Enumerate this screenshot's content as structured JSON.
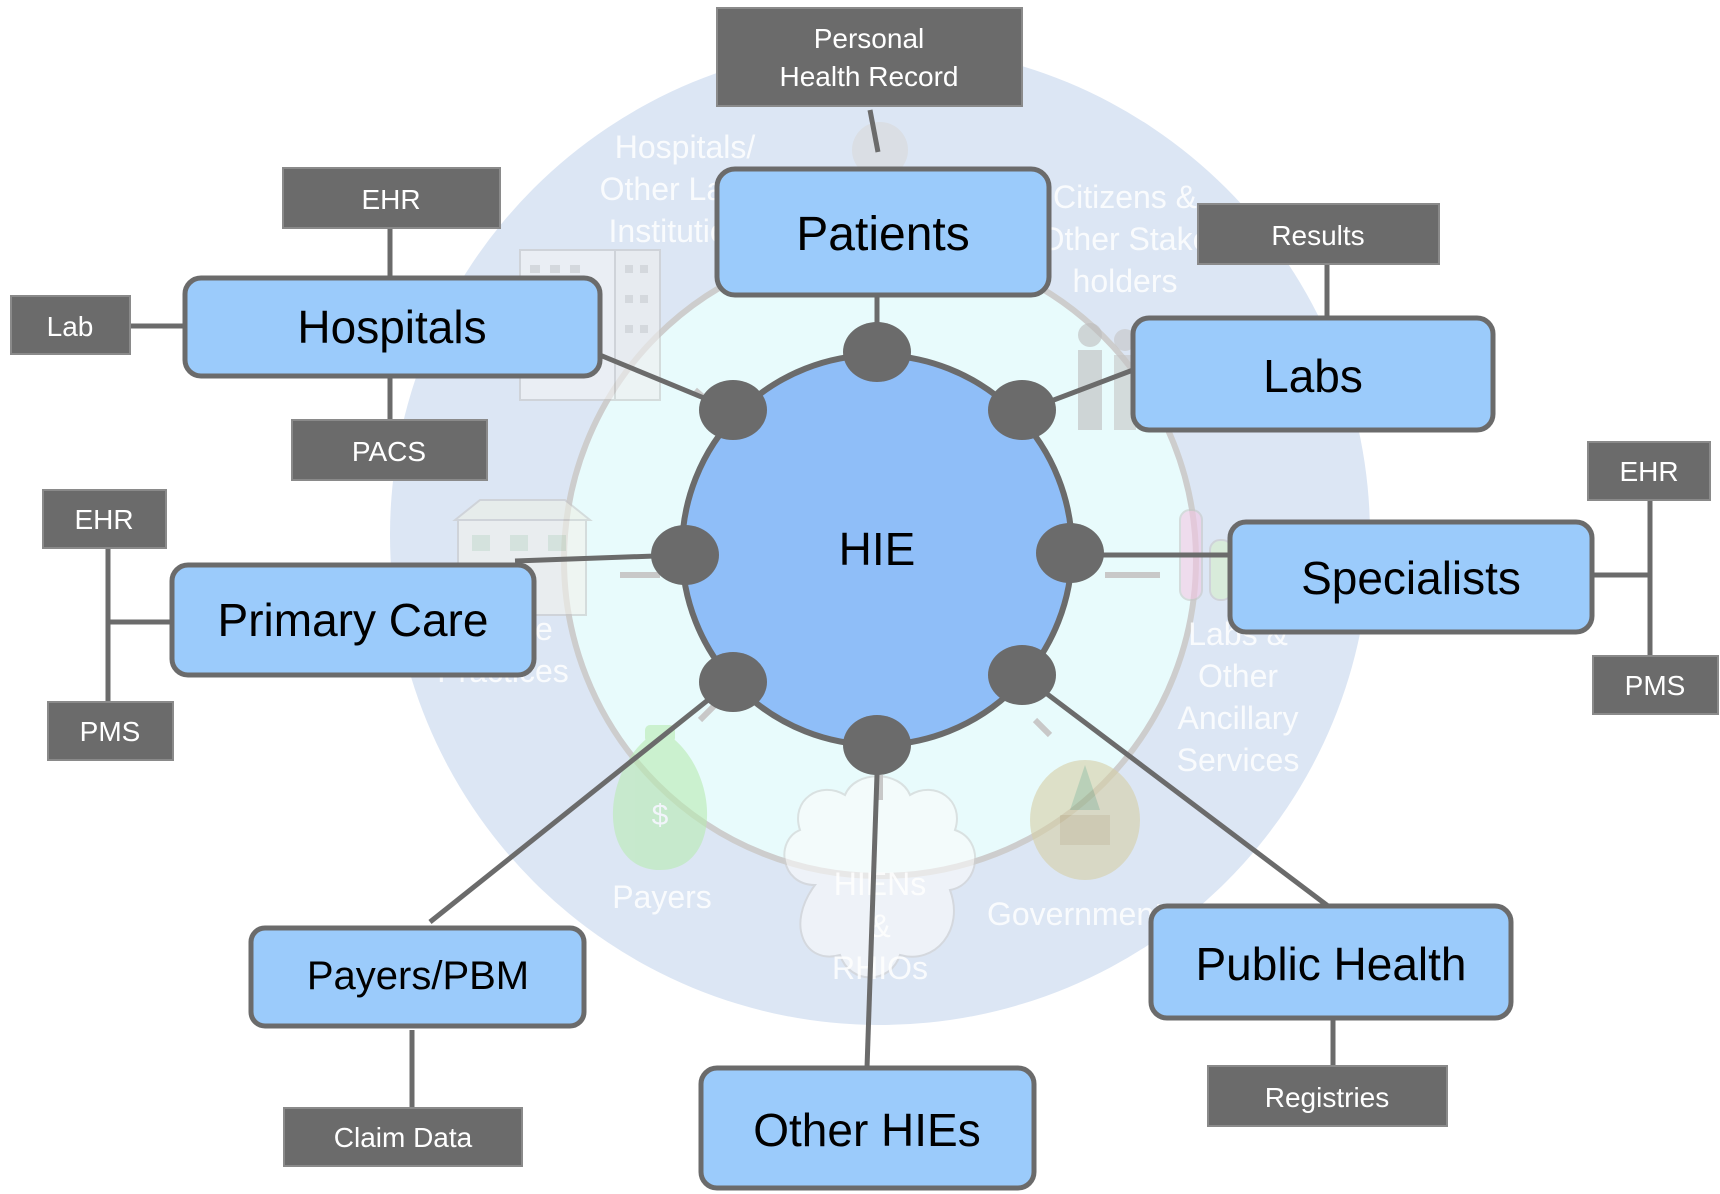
{
  "hub": {
    "label": "HIE"
  },
  "stakeholders": [
    {
      "id": "patients",
      "label": "Patients"
    },
    {
      "id": "hospitals",
      "label": "Hospitals"
    },
    {
      "id": "labs",
      "label": "Labs"
    },
    {
      "id": "specialists",
      "label": "Specialists"
    },
    {
      "id": "primary_care",
      "label": "Primary Care"
    },
    {
      "id": "payers_pbm",
      "label": "Payers/PBM"
    },
    {
      "id": "other_hies",
      "label": "Other HIEs"
    },
    {
      "id": "public_health",
      "label": "Public Health"
    }
  ],
  "systems": {
    "phr": [
      "Personal",
      "Health Record"
    ],
    "hospital_ehr": "EHR",
    "hospital_lab": "Lab",
    "hospital_pacs": "PACS",
    "labs_results": "Results",
    "primary_ehr": "EHR",
    "primary_pms": "PMS",
    "specialists_ehr": "EHR",
    "specialists_pms": "PMS",
    "payers_claim": "Claim Data",
    "public_registries": "Registries"
  },
  "background_labels": {
    "hospitals": [
      "Hospitals/",
      "Other Large",
      "Institutions"
    ],
    "citizens": [
      "Citizens &",
      "Other Stake",
      "holders"
    ],
    "practices": [
      "Private",
      "Practices"
    ],
    "labs_other": [
      "Labs &",
      "Other",
      "Ancillary",
      "Services"
    ],
    "payers": "Payers",
    "hiens": [
      "HIENs",
      "&",
      "RHIOs"
    ],
    "government": "Government"
  },
  "colors": {
    "outer_ring": "#dce6f4",
    "inner_ring": "#e8fbfc",
    "hub": "#8fbef8",
    "node_fill": "#9bcbfb",
    "connector": "#6b6b6b",
    "system_box": "#6b6b6b"
  }
}
